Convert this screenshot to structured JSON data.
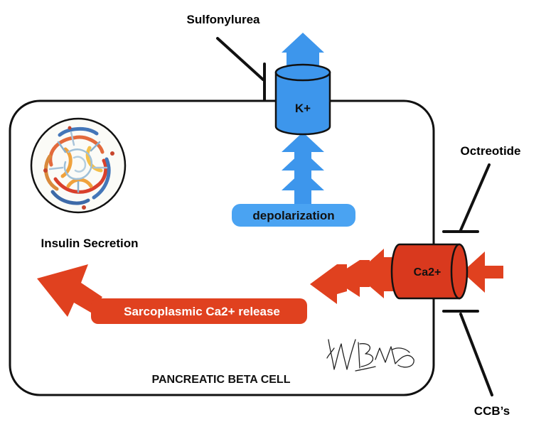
{
  "diagram": {
    "cell_label": "PANCREATIC BETA CELL",
    "insulin_label": "Insulin Secretion",
    "k_channel_label": "K+",
    "ca_channel_label": "Ca2+",
    "depolarization_label": "depolarization",
    "release_label": "Sarcoplasmic Ca2+ release",
    "sulfonylurea_label": "Sulfonylurea",
    "octreotide_label": "Octreotide",
    "ccb_label": "CCB’s",
    "signature": "WB MD"
  },
  "colors": {
    "potassium_blue": "#3d96ec",
    "potassium_pill": "#4aa3f2",
    "calcium_red": "#d9391e",
    "calcium_arrow": "#e0411f",
    "outline": "#111111"
  },
  "icons": {
    "insulin": "insulin-protein-structure-icon",
    "k_channel": "potassium-channel-icon",
    "ca_channel": "calcium-channel-icon"
  }
}
